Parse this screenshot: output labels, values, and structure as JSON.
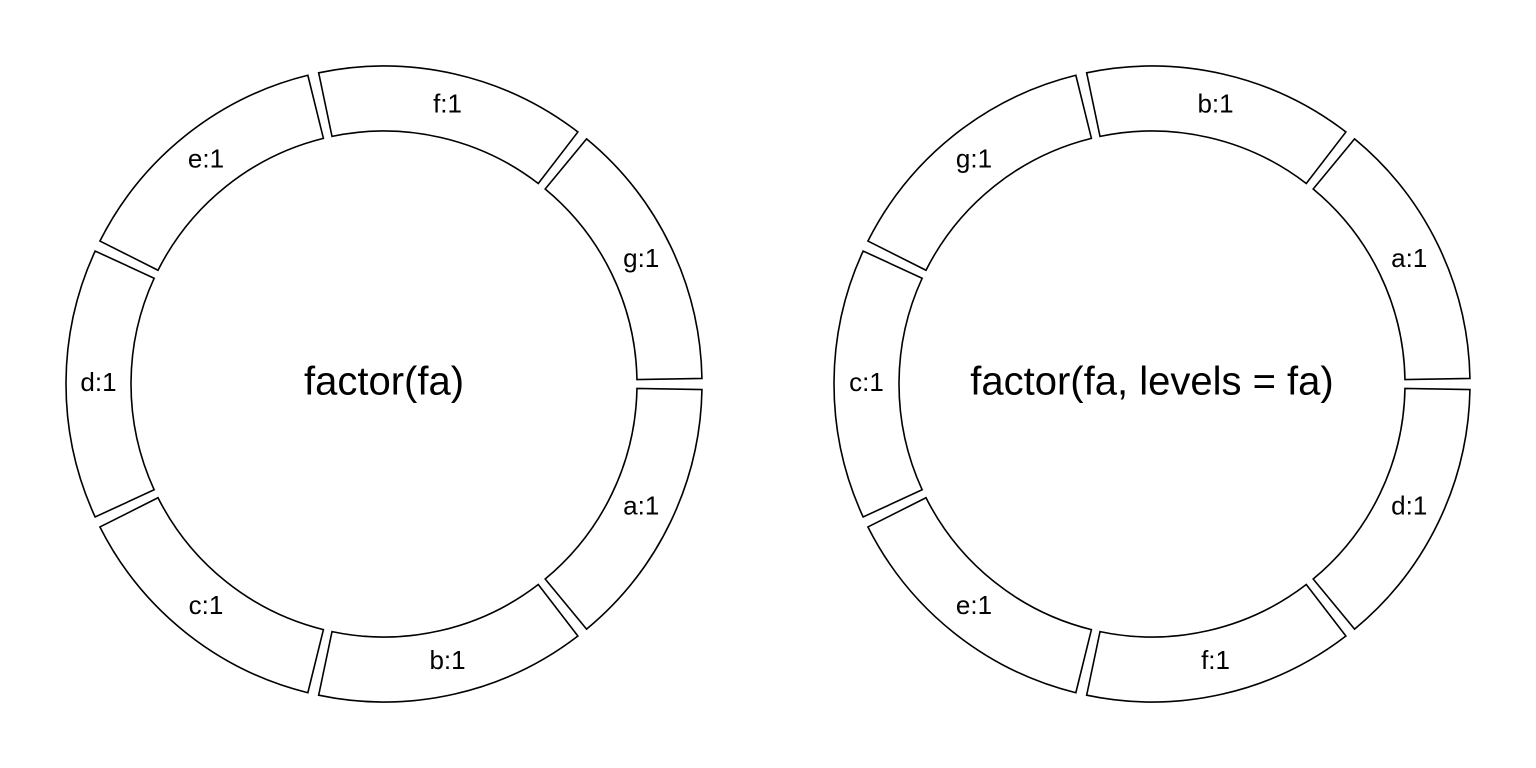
{
  "rings": [
    {
      "center_label": "factor(fa)",
      "sectors": [
        {
          "name": "a",
          "value": 1,
          "label": "a:1"
        },
        {
          "name": "b",
          "value": 1,
          "label": "b:1"
        },
        {
          "name": "c",
          "value": 1,
          "label": "c:1"
        },
        {
          "name": "d",
          "value": 1,
          "label": "d:1"
        },
        {
          "name": "e",
          "value": 1,
          "label": "e:1"
        },
        {
          "name": "f",
          "value": 1,
          "label": "f:1"
        },
        {
          "name": "g",
          "value": 1,
          "label": "g:1"
        }
      ]
    },
    {
      "center_label": "factor(fa, levels = fa)",
      "sectors": [
        {
          "name": "d",
          "value": 1,
          "label": "d:1"
        },
        {
          "name": "f",
          "value": 1,
          "label": "f:1"
        },
        {
          "name": "e",
          "value": 1,
          "label": "e:1"
        },
        {
          "name": "c",
          "value": 1,
          "label": "c:1"
        },
        {
          "name": "g",
          "value": 1,
          "label": "g:1"
        },
        {
          "name": "b",
          "value": 1,
          "label": "b:1"
        },
        {
          "name": "a",
          "value": 1,
          "label": "a:1"
        }
      ]
    }
  ],
  "colors": {
    "stroke": "#000000",
    "fill": "#ffffff",
    "background": "#ffffff"
  }
}
